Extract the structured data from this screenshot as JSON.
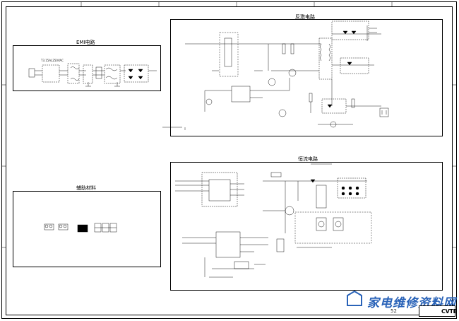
{
  "panels": {
    "emi": {
      "title": "EMI电路",
      "note": "T3.15AL250VAC"
    },
    "flyback": {
      "title": "反激电路"
    },
    "aux": {
      "title": "辅助材料"
    },
    "cc": {
      "title": "恒流电路"
    }
  },
  "watermark": {
    "text": "家电维修资料网",
    "url": "52",
    "brand": "CVTE"
  }
}
